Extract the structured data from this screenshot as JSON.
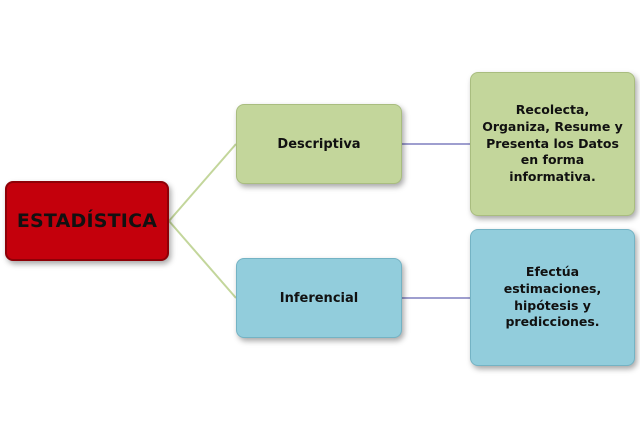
{
  "diagram": {
    "root": {
      "label": "ESTADÍSTICA",
      "color": "#c4000c"
    },
    "branches": [
      {
        "label": "Descriptiva",
        "color": "#c3d69b",
        "detail": "Recolecta, Organiza, Resume y Presenta los Datos en forma informativa."
      },
      {
        "label": "Inferencial",
        "color": "#92cddc",
        "detail": "Efectúa estimaciones, hipótesis y predicciones."
      }
    ],
    "connector_colors": {
      "root_to_branch": "#c3d69b",
      "branch_to_detail": "#7f7fbf"
    }
  }
}
